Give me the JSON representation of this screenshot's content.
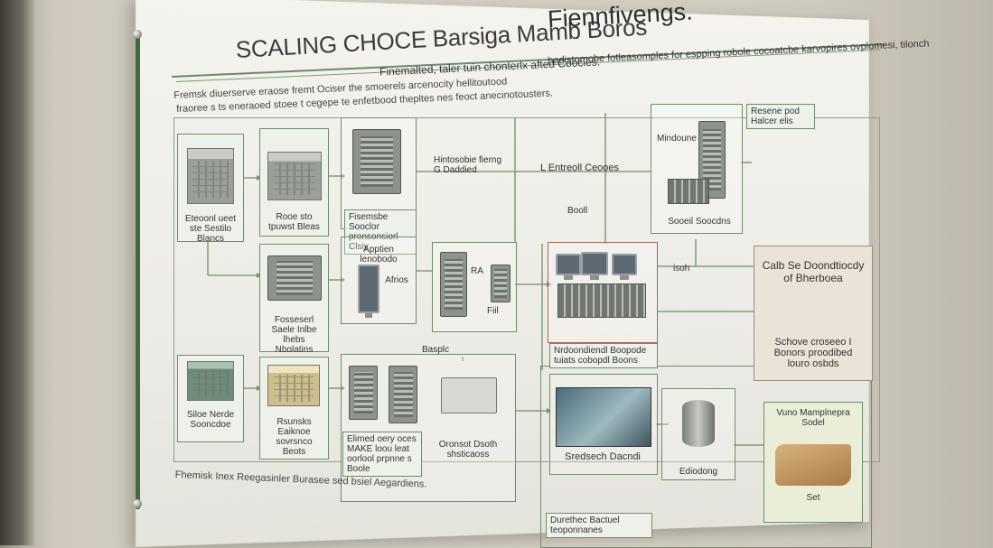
{
  "poster": {
    "title": "SCALING CHOCE Barsiga Mamb Boros",
    "title_right": "Fiennfivengs.",
    "subtitle": "Finemalted, taler tuin chonterlx afted Coocies.",
    "subtitle_right": "hadistomobe fotleasomples for espping robole cocoatcbe karvopires ovplomesi, tilonch",
    "description_lines": [
      "Fremsk diuerserve eraose fremt Ociser the smoerels arcenocity hellitoutood",
      "fraoree s ts eneraoed stoee t cegepe te enfetbood thepltes nes feoct anecinotousters."
    ],
    "footer_note": "Fhemisk Inex Reegasinler Burasee sed bsiel Aegardiens."
  },
  "blocks": {
    "block1_label": "Eteoonl ueet ste Sestilo Blancs",
    "block2_label": "Rooe sto tpuwst Bleas",
    "block3_label": "Fosseserl Saele Inlbe lhebs Nbolatins",
    "block4_label": "Siloe Nerde Sooncdoe",
    "block5_label": "Rsunsks Eaiknoe sovrsnco Beots",
    "center_top_label": "Fisemsbe Sooclor pronsonsiorl Clsiy",
    "hinted_label": "Hintosobie fierng G Daddied",
    "entrol_label": "L Entreoll Ceooes",
    "bolil_label": "Booll",
    "mindoone_label": "Mindoune",
    "social_label": "Sooeil Soocdns",
    "reserve_label": "Resene pod Halcer elis",
    "appien_label": "Apptien lenobodo",
    "afrios_label": "Afrios",
    "ra_label": "RA",
    "fiii_label": "Fiil",
    "isoh_label": "isoh",
    "calib_label": "Calb Se Doondtiocdy of Bherboea",
    "schove_label": "Schove croseeo I Bonors proodibed louro osbds",
    "middle_label": "Nrdoondiendl Boopode tuiats cobopdl Boons",
    "basplc_label": "Basplc",
    "cluster_label": "Elimed oery oces MAKE loou leat oorlool prpnne s Boole",
    "oroneot_label": "Oronsot Dsoth shsticaoss",
    "sredsech_label": "Sredsech Dacndi",
    "ediodong_label": "Ediodong",
    "vuno_label": "Vuno Mamplnepra Sodel",
    "set_label": "Set",
    "bottom_label": "Durethec Bactuel teoponnanes"
  }
}
